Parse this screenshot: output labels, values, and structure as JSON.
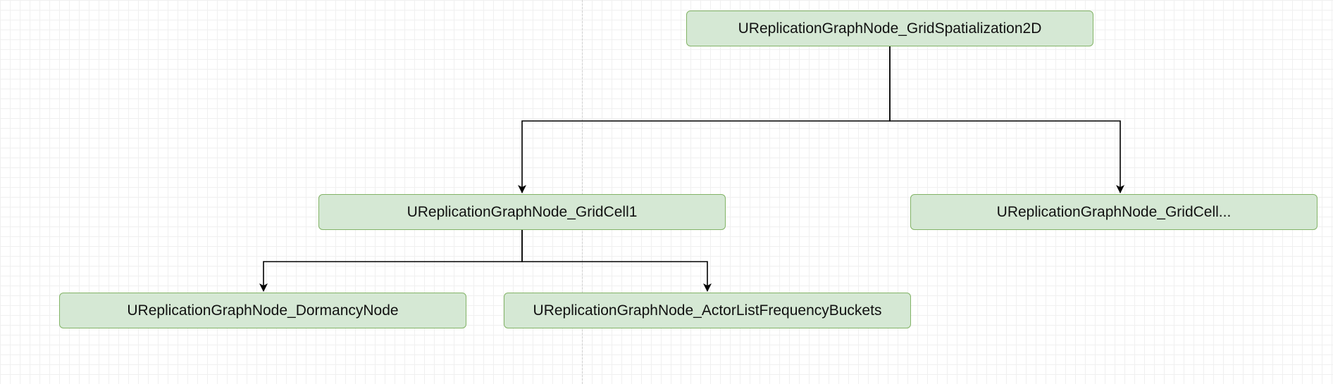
{
  "diagram": {
    "nodes": [
      {
        "id": "root",
        "label": "UReplicationGraphNode_GridSpatialization2D"
      },
      {
        "id": "cell1",
        "label": "UReplicationGraphNode_GridCell1"
      },
      {
        "id": "celln",
        "label": "UReplicationGraphNode_GridCell..."
      },
      {
        "id": "dorm",
        "label": "UReplicationGraphNode_DormancyNode"
      },
      {
        "id": "actor",
        "label": "UReplicationGraphNode_ActorListFrequencyBuckets"
      }
    ],
    "edges": [
      {
        "from": "root",
        "to": "cell1"
      },
      {
        "from": "root",
        "to": "celln"
      },
      {
        "from": "cell1",
        "to": "dorm"
      },
      {
        "from": "cell1",
        "to": "actor"
      }
    ],
    "colors": {
      "node_fill": "#d5e8d4",
      "node_border": "#82b366",
      "edge": "#000000"
    }
  }
}
